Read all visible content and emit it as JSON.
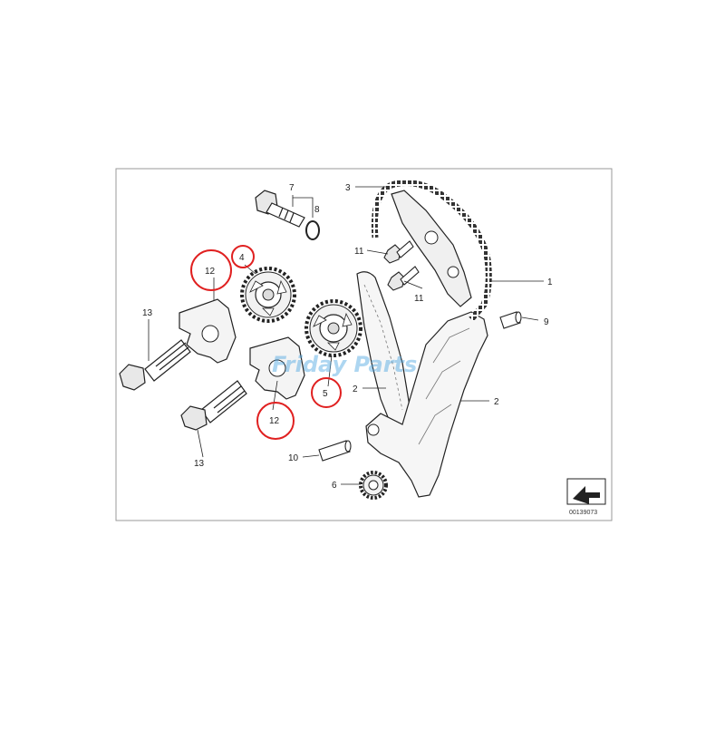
{
  "labels": {
    "l1": "1",
    "l2a": "2",
    "l2b": "2",
    "l3": "3",
    "l4": "4",
    "l5": "5",
    "l6": "6",
    "l7": "7",
    "l8": "8",
    "l9": "9",
    "l10": "10",
    "l11a": "11",
    "l11b": "11",
    "l12a": "12",
    "l12b": "12",
    "l13a": "13",
    "l13b": "13"
  },
  "watermark": "Friday Parts",
  "drawing_code": "00139073",
  "colors": {
    "highlight": "#e02020",
    "line": "#222222",
    "watermark": "#4aa3df"
  }
}
